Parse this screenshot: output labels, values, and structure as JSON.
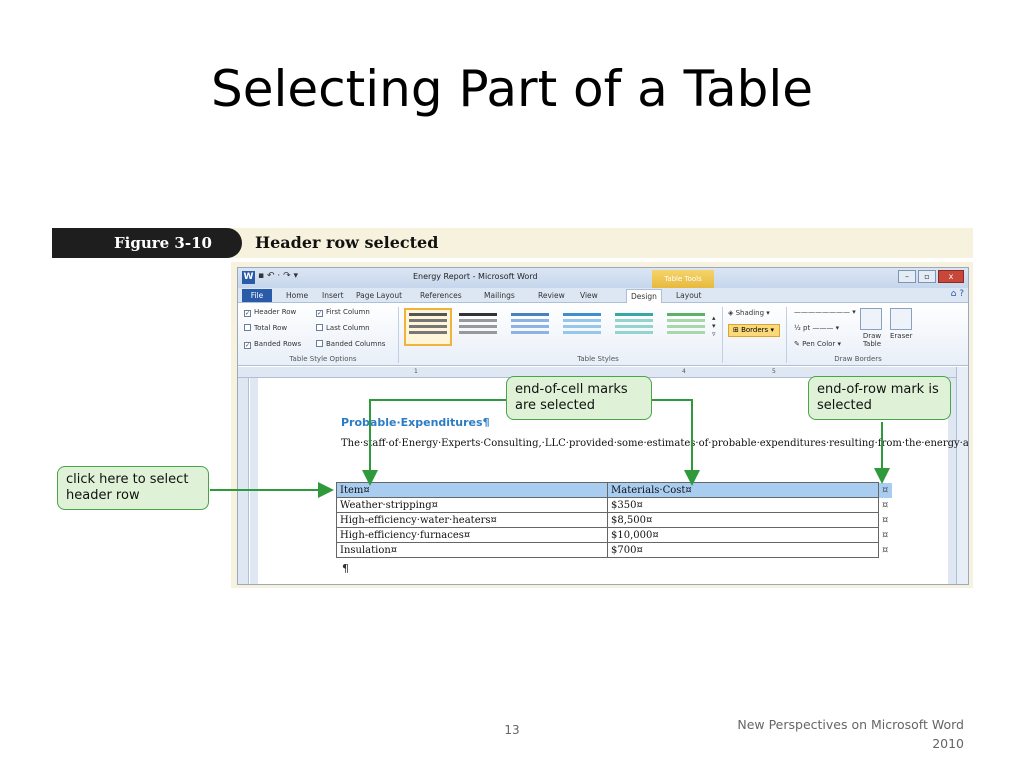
{
  "slide": {
    "title": "Selecting Part of a Table",
    "page_number": "13",
    "credit": "New Perspectives on Microsoft Word 2010"
  },
  "figure": {
    "label": "Figure 3-10",
    "caption": "Header row selected"
  },
  "word": {
    "window_title": "Energy Report - Microsoft Word",
    "contextual_tab": "Table Tools",
    "tabs": [
      "File",
      "Home",
      "Insert",
      "Page Layout",
      "References",
      "Mailings",
      "Review",
      "View",
      "Design",
      "Layout"
    ],
    "active_tab": "Design",
    "ribbon": {
      "style_options": {
        "items": [
          {
            "label": "Header Row",
            "checked": true
          },
          {
            "label": "First Column",
            "checked": true
          },
          {
            "label": "Total Row",
            "checked": false
          },
          {
            "label": "Last Column",
            "checked": false
          },
          {
            "label": "Banded Rows",
            "checked": true
          },
          {
            "label": "Banded Columns",
            "checked": false
          }
        ],
        "group_label": "Table Style Options"
      },
      "table_styles": {
        "group_label": "Table Styles"
      },
      "shading_label": "Shading",
      "borders_label": "Borders",
      "pen_weight": "½ pt",
      "pen_color_label": "Pen Color",
      "draw_table_label": "Draw Table",
      "eraser_label": "Eraser",
      "draw_borders_group_label": "Draw Borders"
    },
    "document": {
      "heading": "Probable·Expenditures¶",
      "paragraph": "The·staff·of·Energy·Experts·Consulting,·LLC·provided·some·estimates·of·probable·expenditures·resulting·from·the·energy·audit.·These·figures·are·presented·in·the·following·table.¶",
      "table": {
        "header": [
          "Item¤",
          "Materials·Cost¤"
        ],
        "rows": [
          [
            "Weather·stripping¤",
            "$350¤"
          ],
          [
            "High-efficiency·water·heaters¤",
            "$8,500¤"
          ],
          [
            "High-efficiency·furnaces¤",
            "$10,000¤"
          ],
          [
            "Insulation¤",
            "$700¤"
          ]
        ],
        "end_of_row_mark": "¤"
      },
      "trailing_pilcrow": "¶"
    }
  },
  "callouts": {
    "end_of_cell": "end-of-cell marks are selected",
    "end_of_row": "end-of-row mark is selected",
    "click_here": "click here to select header row"
  },
  "colors": {
    "callout_fill": "#dff2d8",
    "callout_border": "#49a34a",
    "selection": "#a9cdf0",
    "heading_blue": "#2a7cc4"
  }
}
